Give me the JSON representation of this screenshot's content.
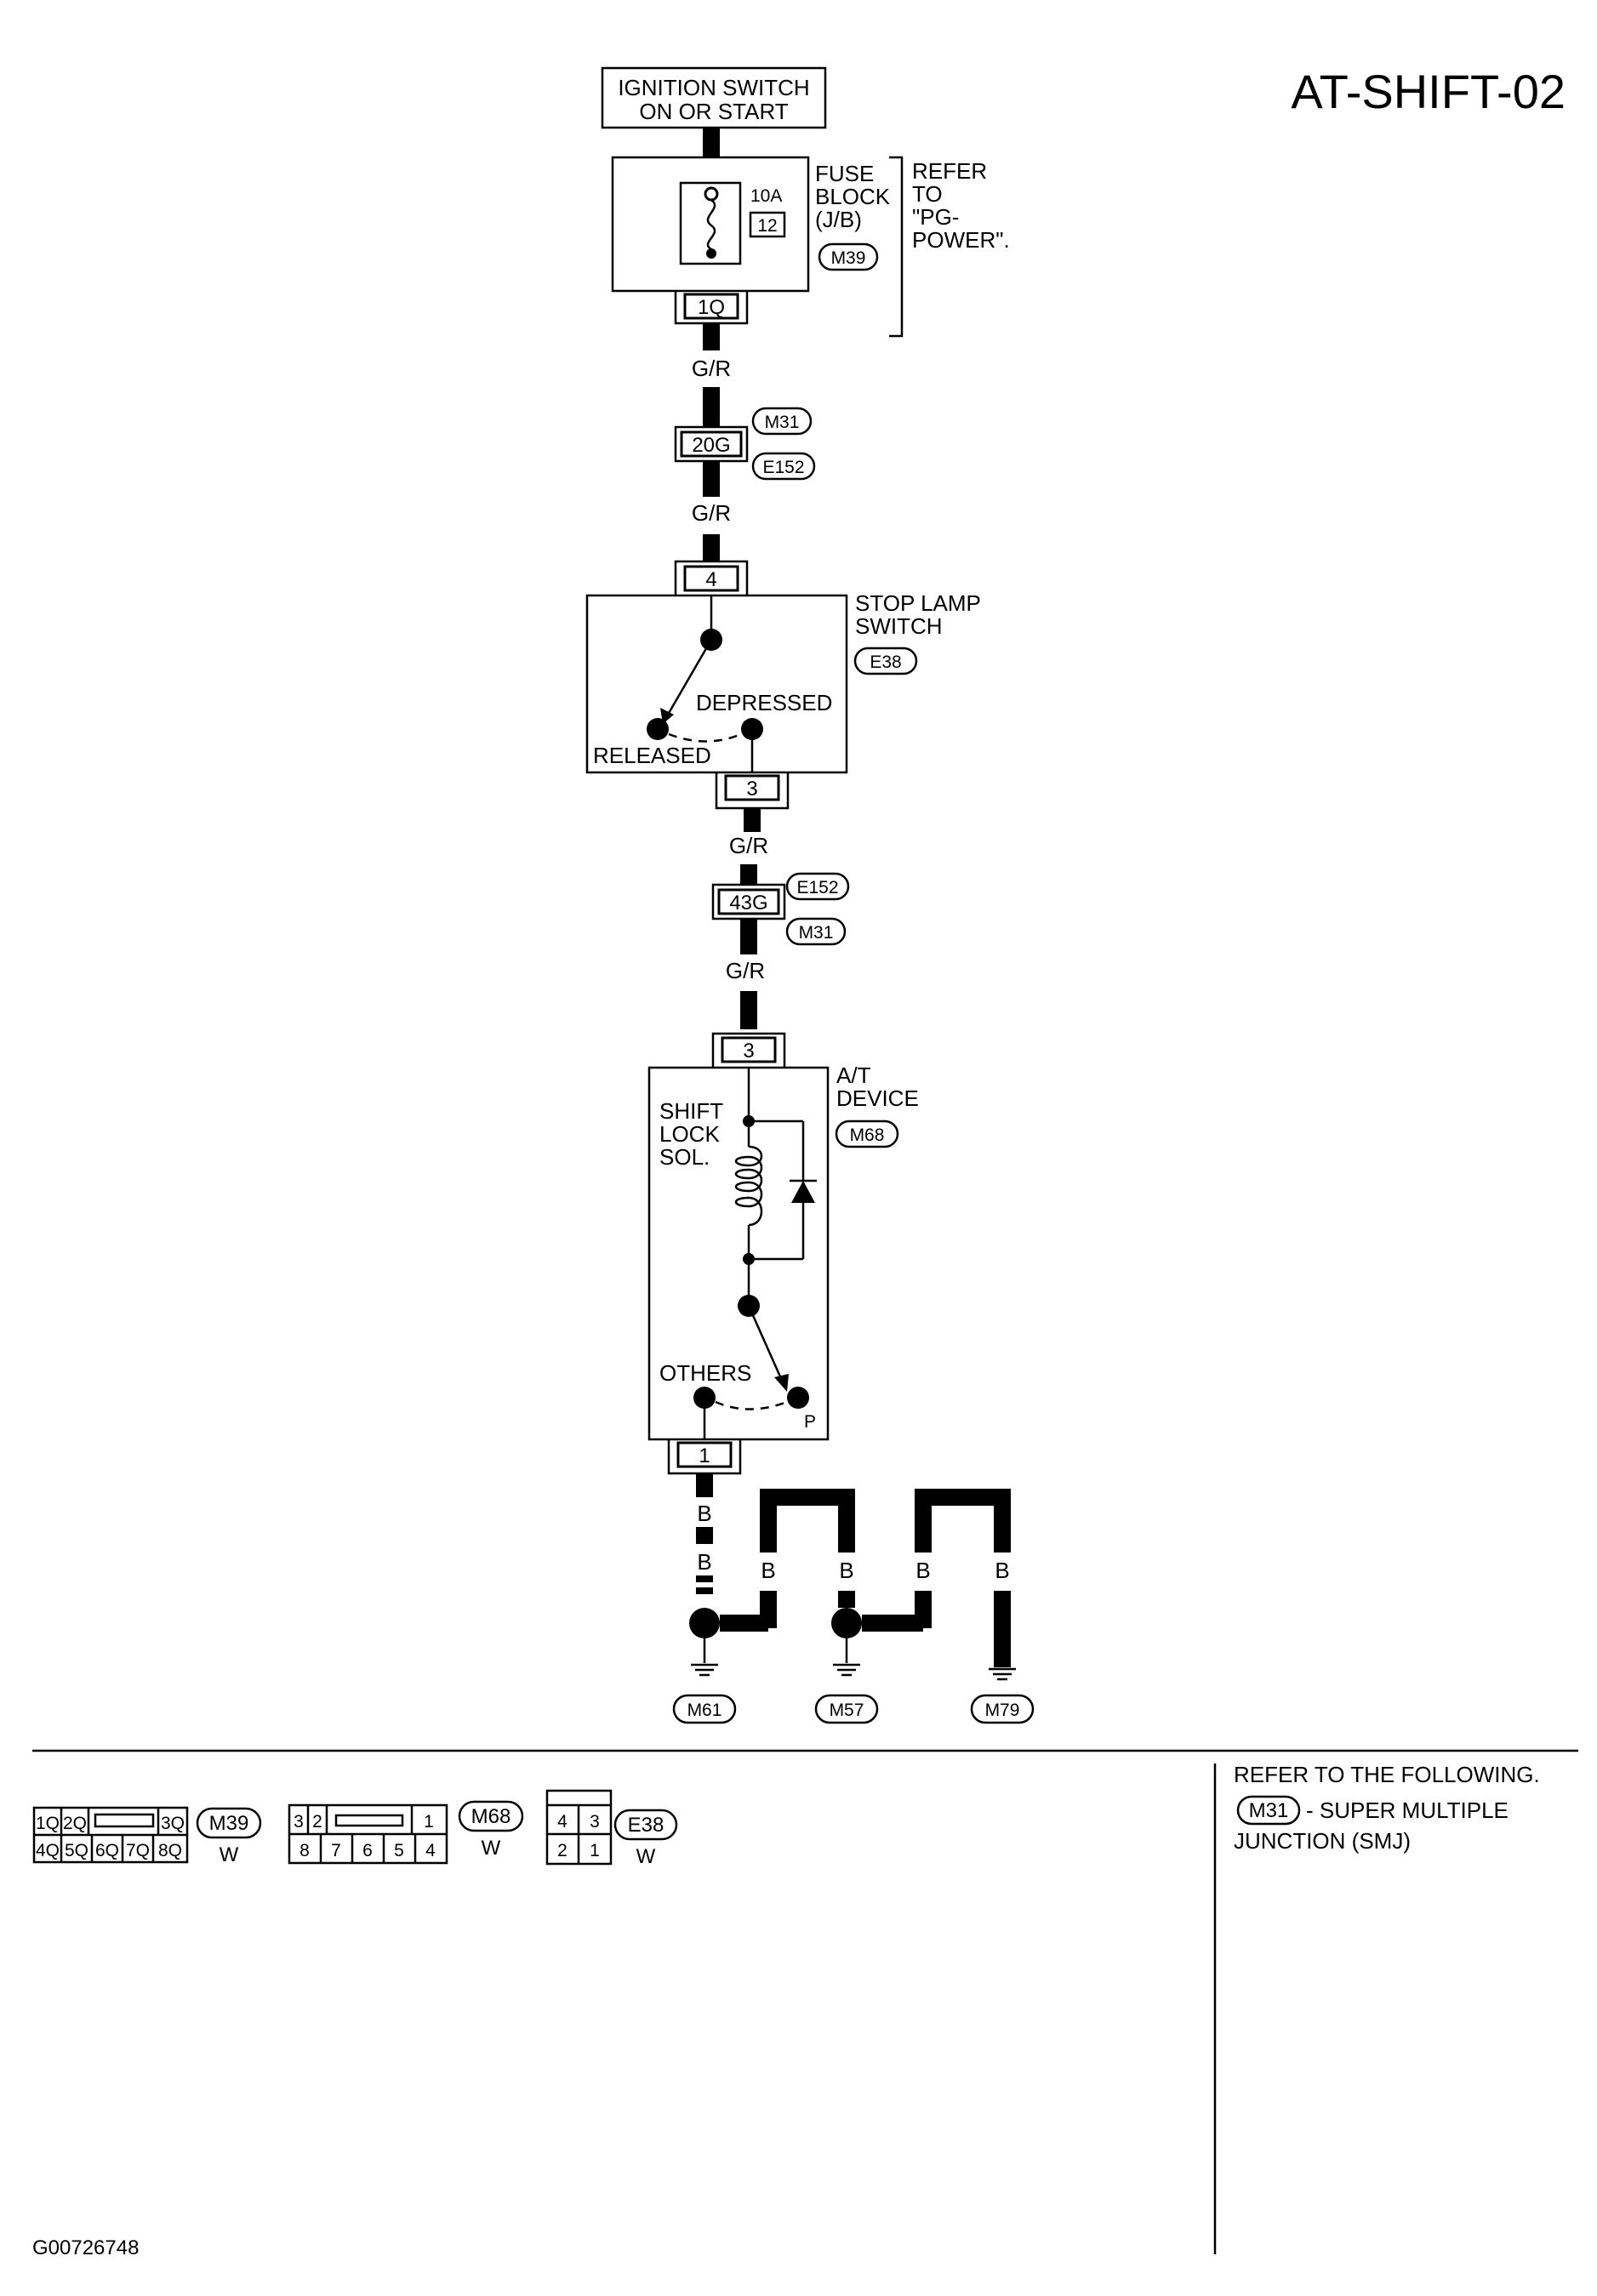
{
  "title": "AT-SHIFT-02",
  "figure_id": "G00726748",
  "power_source": {
    "line1": "IGNITION SWITCH",
    "line2": "ON OR START"
  },
  "fuse_block": {
    "fuse_rating": "10A",
    "fuse_number": "12",
    "label_lines": [
      "FUSE",
      "BLOCK",
      "(J/B)"
    ],
    "connector": "M39",
    "terminal": "1Q"
  },
  "refer_note": [
    "REFER",
    "TO",
    "\"PG-",
    "POWER\"."
  ],
  "wire_colors": {
    "signal": "G/R",
    "ground": "B"
  },
  "joint_connector_1": {
    "terminal": "20G",
    "connectors": [
      "M31",
      "E152"
    ]
  },
  "stop_lamp_switch": {
    "label_lines": [
      "STOP LAMP",
      "SWITCH"
    ],
    "connector": "E38",
    "input_terminal": "4",
    "output_terminal": "3",
    "state_depressed": "DEPRESSED",
    "state_released": "RELEASED"
  },
  "joint_connector_2": {
    "terminal": "43G",
    "connectors": [
      "E152",
      "M31"
    ]
  },
  "at_device": {
    "label_lines": [
      "A/T",
      "DEVICE"
    ],
    "connector": "M68",
    "input_terminal": "3",
    "output_terminal": "1",
    "solenoid_lines": [
      "SHIFT",
      "LOCK",
      "SOL."
    ],
    "switch_others": "OTHERS",
    "switch_p": "P"
  },
  "grounds": [
    "M61",
    "M57",
    "M79"
  ],
  "connector_views": [
    {
      "id": "M39",
      "color": "W",
      "top_row": [
        "1Q",
        "2Q",
        "3Q"
      ],
      "bottom_row": [
        "4Q",
        "5Q",
        "6Q",
        "7Q",
        "8Q"
      ]
    },
    {
      "id": "M68",
      "color": "W",
      "top_row": [
        "3",
        "2",
        "1"
      ],
      "bottom_row": [
        "8",
        "7",
        "6",
        "5",
        "4"
      ]
    },
    {
      "id": "E38",
      "color": "W",
      "top_row": [
        "4",
        "3"
      ],
      "bottom_row": [
        "2",
        "1"
      ]
    }
  ],
  "refer_following": {
    "heading": "REFER TO THE FOLLOWING.",
    "connector": "M31",
    "line1": "- SUPER MULTIPLE",
    "line2": "JUNCTION (SMJ)"
  }
}
